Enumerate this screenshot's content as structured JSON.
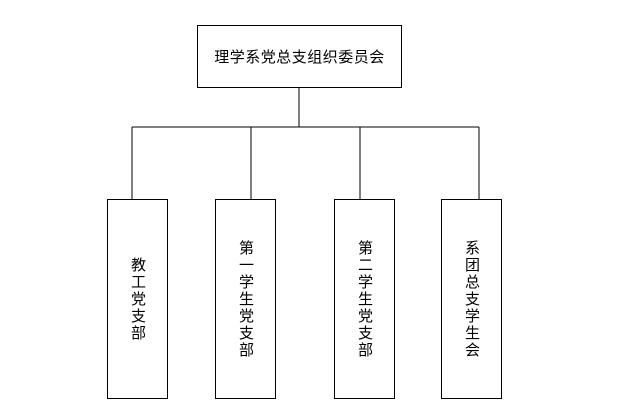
{
  "root": {
    "label": "理学系党总支组织委员会"
  },
  "children": [
    {
      "label": "教工党支部"
    },
    {
      "label": "第一学生党支部"
    },
    {
      "label": "第二学生党支部"
    },
    {
      "label": "系团总支学生会"
    }
  ],
  "colors": {
    "line": "#000000",
    "background": "#ffffff"
  }
}
